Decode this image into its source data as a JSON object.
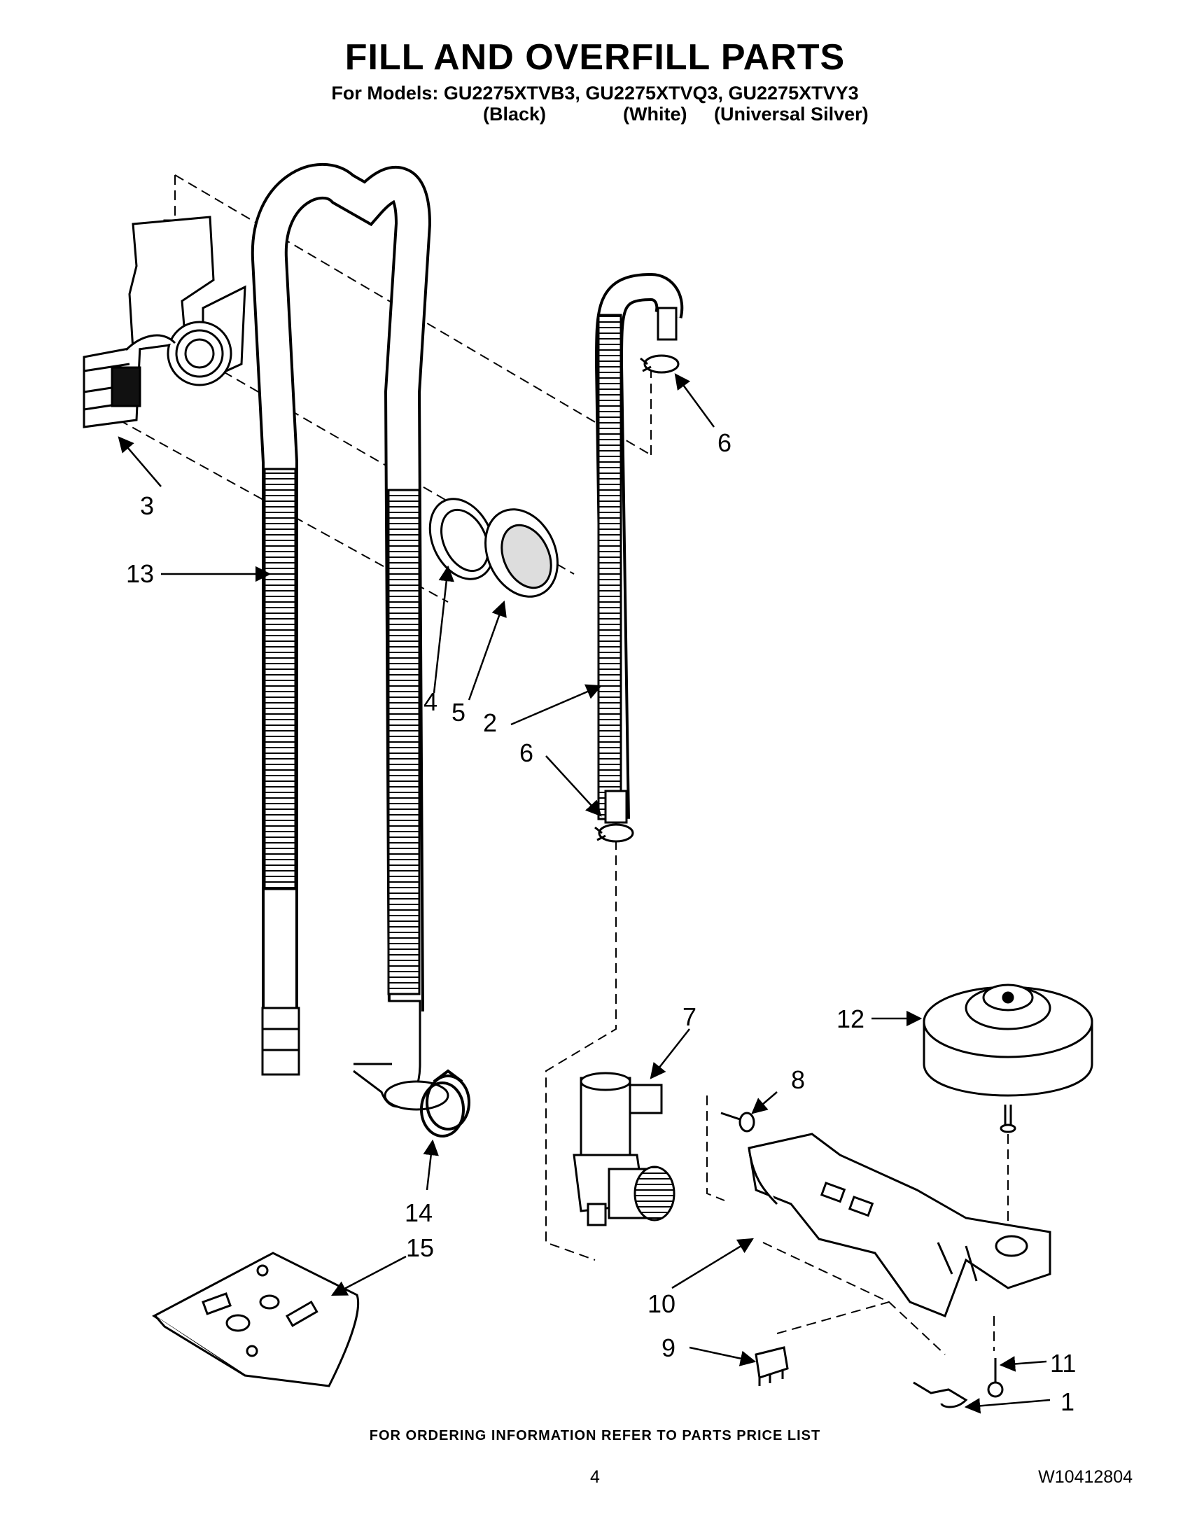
{
  "header": {
    "title": "FILL AND OVERFILL PARTS",
    "models_line": "For Models: GU2275XTVB3, GU2275XTVQ3, GU2275XTVY3",
    "variants": [
      "(Black)",
      "(White)",
      "(Universal Silver)"
    ]
  },
  "callouts": {
    "c1": "1",
    "c2": "2",
    "c3": "3",
    "c4": "4",
    "c5": "5",
    "c6a": "6",
    "c6b": "6",
    "c7": "7",
    "c8": "8",
    "c9": "9",
    "c10": "10",
    "c11": "11",
    "c12": "12",
    "c13": "13",
    "c14": "14",
    "c15": "15"
  },
  "footer": {
    "ordering_note": "FOR ORDERING INFORMATION REFER TO PARTS PRICE LIST",
    "page_number": "4",
    "document_number": "W10412804"
  }
}
